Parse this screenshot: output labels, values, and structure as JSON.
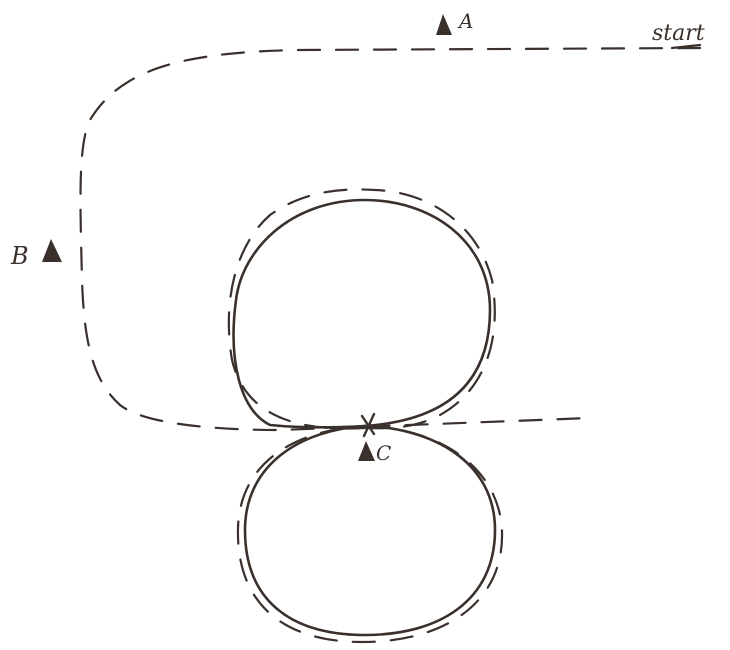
{
  "ink_color": "#3a302c",
  "labels": {
    "start": "start",
    "a": "A",
    "b": "B",
    "c": "C"
  },
  "markers": [
    {
      "name": "cone-a",
      "icon": "traffic-cone-icon"
    },
    {
      "name": "cone-b",
      "icon": "traffic-cone-icon"
    },
    {
      "name": "cone-c",
      "icon": "traffic-cone-icon"
    }
  ]
}
